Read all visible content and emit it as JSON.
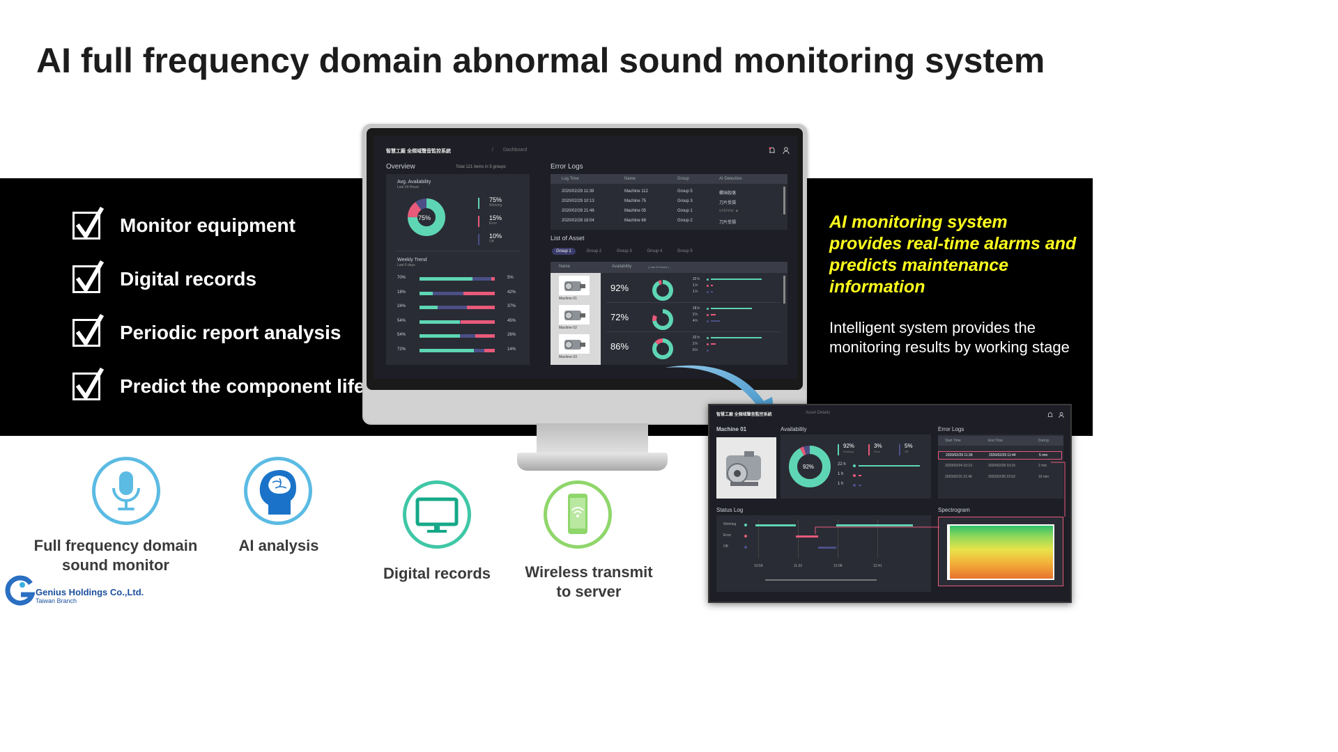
{
  "title": "AI full frequency domain abnormal sound monitoring system",
  "features": [
    {
      "label": "Monitor equipment"
    },
    {
      "label": "Digital records"
    },
    {
      "label": "Periodic report analysis"
    },
    {
      "label": "Predict the component life"
    }
  ],
  "ai_summary": {
    "headline": "AI monitoring system provides real-time alarms and predicts maintenance information",
    "description": "Intelligent system provides the monitoring results by working stage"
  },
  "dashboard": {
    "app_title": "智慧工廠 全頻域聲音監控系統",
    "breadcrumb_sep": "/",
    "breadcrumb": "Dashboard",
    "overview": {
      "title": "Overview",
      "total": "Total 121 items in 5 groups",
      "avail_title": "Avg. Availability",
      "avail_sub": "Last 24 Hours",
      "donut_center": "75%",
      "stats": [
        {
          "value": "75%",
          "label": "Working",
          "color": "#5ed6b4"
        },
        {
          "value": "15%",
          "label": "Error",
          "color": "#e85a7a"
        },
        {
          "value": "10%",
          "label": "Off",
          "color": "#4b4f86"
        }
      ],
      "weekly_title": "Weekly Trend",
      "weekly_sub": "Last 6 days",
      "weekly": [
        {
          "left": "70%",
          "right": "5%",
          "working": 70,
          "off": 25,
          "error": 5
        },
        {
          "left": "18%",
          "right": "42%",
          "working": 18,
          "off": 40,
          "error": 42
        },
        {
          "left": "24%",
          "right": "37%",
          "working": 24,
          "off": 39,
          "error": 37
        },
        {
          "left": "54%",
          "right": "45%",
          "working": 54,
          "off": 1,
          "error": 45
        },
        {
          "left": "54%",
          "right": "26%",
          "working": 54,
          "off": 20,
          "error": 26
        },
        {
          "left": "72%",
          "right": "14%",
          "working": 72,
          "off": 14,
          "error": 14
        }
      ]
    },
    "error_logs": {
      "title": "Error Logs",
      "headers": [
        "Log Time",
        "Name",
        "Group",
        "AI Detection"
      ],
      "rows": [
        {
          "time": "2020/02/29 11:39",
          "name": "Machine 112",
          "group": "Group 5",
          "detection": "螺絲脫落"
        },
        {
          "time": "2020/02/29 10:13",
          "name": "Machine 75",
          "group": "Group 3",
          "detection": "刀片受損"
        },
        {
          "time": "2020/02/28 21:46",
          "name": "Machine 05",
          "group": "Group 1",
          "detection": "unknow ▲"
        },
        {
          "time": "2020/02/28 18:04",
          "name": "Machine 68",
          "group": "Group 2",
          "detection": "刀片受損"
        }
      ]
    },
    "assets": {
      "title": "List of Asset",
      "groups": [
        "Group 1",
        "Group 2",
        "Group 3",
        "Group 4",
        "Group 5"
      ],
      "col_name": "Name",
      "col_avail": "Availability",
      "col_avail_sub": "( Last 24 Hours )",
      "rows": [
        {
          "name": "Machine 01",
          "pct": "92%",
          "working": 92,
          "error": 5,
          "bars": [
            {
              "label": "22 h",
              "value": 22
            },
            {
              "label": "1 h",
              "value": 1
            },
            {
              "label": "1 h",
              "value": 1
            }
          ]
        },
        {
          "name": "Machine 02",
          "pct": "72%",
          "working": 72,
          "error": 10,
          "bars": [
            {
              "label": "18 h",
              "value": 18
            },
            {
              "label": "2 h",
              "value": 2
            },
            {
              "label": "4 h",
              "value": 4
            }
          ]
        },
        {
          "name": "Machine 03",
          "pct": "86%",
          "working": 86,
          "error": 14,
          "bars": [
            {
              "label": "22 h",
              "value": 22
            },
            {
              "label": "2 h",
              "value": 2
            },
            {
              "label": "0 h",
              "value": 0
            }
          ]
        }
      ]
    }
  },
  "detail": {
    "app_title": "智慧工廠 全頻域聲音監控系統",
    "breadcrumb": "Asset Details",
    "machine": "Machine 01",
    "availability_title": "Availability",
    "donut_center": "92%",
    "stats": [
      {
        "value": "92%",
        "label": "Working",
        "color": "#5ed6b4"
      },
      {
        "value": "3%",
        "label": "Error",
        "color": "#e85a7a"
      },
      {
        "value": "5%",
        "label": "Off",
        "color": "#4b4f86"
      }
    ],
    "hours": [
      {
        "label": "22 h",
        "value": 22
      },
      {
        "label": "1 h",
        "value": 1
      },
      {
        "label": "1 h",
        "value": 1
      }
    ],
    "error_logs_title": "Error Logs",
    "error_headers": [
      "Start Time",
      "End Time",
      "During"
    ],
    "error_rows": [
      {
        "start": "2020/02/29 11:39",
        "end": "2020/02/29 11:44",
        "during": "5 min"
      },
      {
        "start": "2020/02/24 10:13",
        "end": "2020/02/28 10:15",
        "during": "2 min"
      },
      {
        "start": "2020/02/15 21:46",
        "end": "2020/02/26 22:02",
        "during": "16 min"
      }
    ],
    "status_log_title": "Status Log",
    "status_rows": [
      "Working",
      "Error",
      "Off"
    ],
    "status_times": [
      "10:59",
      "11:32",
      "12:08",
      "12:41"
    ],
    "spectrogram_title": "Spectrogram"
  },
  "bottom_features": [
    {
      "label_line1": "Full frequency domain",
      "label_line2": "sound monitor",
      "icon": "microphone-icon",
      "color": "#5bbbe3"
    },
    {
      "label_line1": "AI analysis",
      "label_line2": "",
      "icon": "brain-head-icon",
      "color": "#5bbbe3"
    },
    {
      "label_line1": "Digital records",
      "label_line2": "",
      "icon": "monitor-icon",
      "color": "#3fc7a5"
    },
    {
      "label_line1": "Wireless transmit",
      "label_line2": "to server",
      "icon": "wireless-phone-icon",
      "color": "#8fd66b"
    }
  ],
  "logo": {
    "name": "Genius Holdings Co.,Ltd.",
    "sub": "Taiwan Branch"
  }
}
